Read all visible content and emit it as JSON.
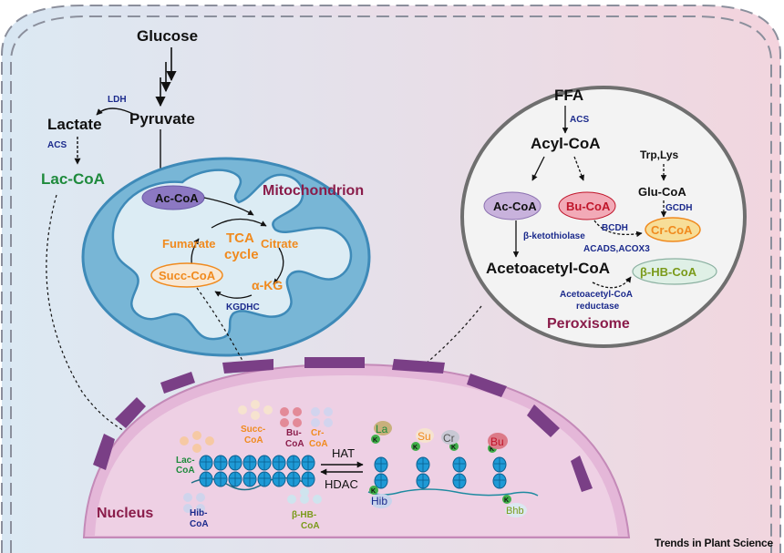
{
  "cell": {
    "glucose": "Glucose",
    "pyruvate": "Pyruvate",
    "lactate": "Lactate",
    "ldh": "LDH",
    "acs": "ACS",
    "lac_coa": "Lac-CoA"
  },
  "mitochondrion": {
    "title": "Mitochondrion",
    "ac_coa": "Ac-CoA",
    "fumarate": "Fumarate",
    "tca_line1": "TCA",
    "tca_line2": "cycle",
    "citrate": "Citrate",
    "succ_coa": "Succ-CoA",
    "akg": "α-KG",
    "kgdhc": "KGDHC"
  },
  "peroxisome": {
    "title": "Peroxisome",
    "ffa": "FFA",
    "acs": "ACS",
    "acyl_coa": "Acyl-CoA",
    "trp_lys": "Trp,Lys",
    "ac_coa": "Ac-CoA",
    "bu_coa": "Bu-CoA",
    "glu_coa": "Glu-CoA",
    "gcdh": "GCDH",
    "bcdh": "BCDH",
    "cr_coa": "Cr-CoA",
    "ketothiolase": "β-ketothiolase",
    "acads": "ACADS,ACOX3",
    "acetoacetyl_coa": "Acetoacetyl-CoA",
    "bhb_coa": "β-HB-CoA",
    "reductase_line1": "Acetoacetyl-CoA",
    "reductase_line2": "reductase"
  },
  "nucleus": {
    "title": "Nucleus",
    "lac_line1": "Lac-",
    "lac_line2": "CoA",
    "succ_line1": "Succ-",
    "succ_line2": "CoA",
    "bu_line1": "Bu-",
    "bu_line2": "CoA",
    "cr_line1": "Cr-",
    "cr_line2": "CoA",
    "hib_line1": "Hib-",
    "hib_line2": "CoA",
    "bhb_line1": "β-HB-",
    "bhb_line2": "CoA",
    "hat": "HAT",
    "hdac": "HDAC",
    "k": "K",
    "mod_la": "La",
    "mod_su": "Su",
    "mod_cr": "Cr",
    "mod_bu": "Bu",
    "mod_hib": "Hib",
    "mod_bhb": "Bhb"
  },
  "footer": "Trends in Plant Science",
  "colors": {
    "enzyme": "#1b2a8c",
    "tca_orange": "#f08a1e",
    "lac_green": "#1e8a3c",
    "compartment_label": "#8a1c4a",
    "bu_red": "#c0152a",
    "bhb_olive": "#7a9a1a",
    "mito_blue": "#5fa6c9",
    "nucleus_purple": "#e3b3d6",
    "lysine_green": "#3fae49"
  }
}
